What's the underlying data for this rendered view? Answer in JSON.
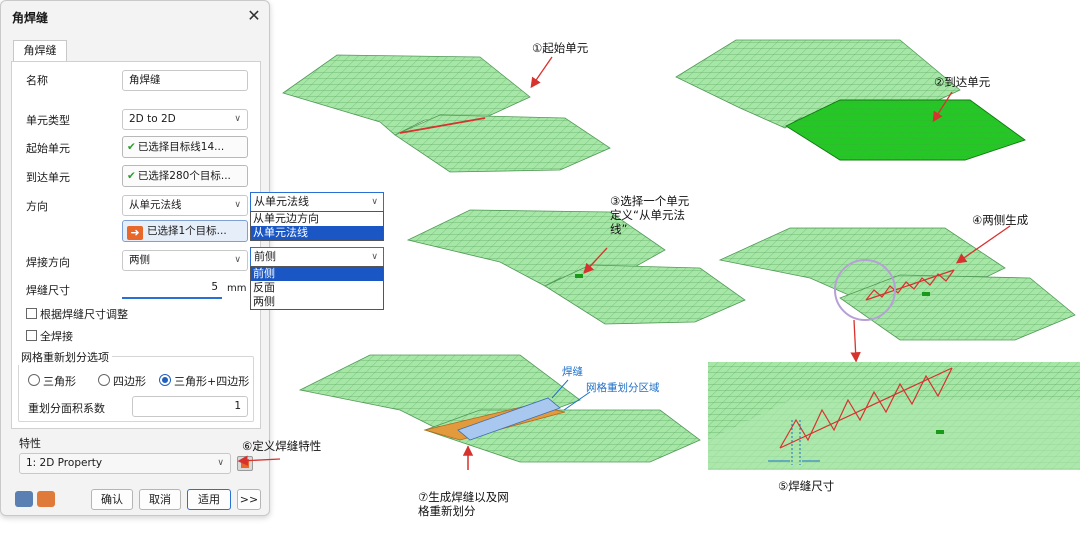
{
  "dialog": {
    "title": "角焊缝",
    "tab": "角焊缝",
    "name": {
      "label": "名称",
      "value": "角焊缝"
    },
    "element_type": {
      "label": "单元类型",
      "value": "2D to 2D"
    },
    "start_element": {
      "label": "起始单元",
      "value": "已选择目标线14..."
    },
    "end_element": {
      "label": "到达单元",
      "value": "已选择280个目标..."
    },
    "direction": {
      "label": "方向",
      "value": "从单元法线",
      "target_button": "已选择1个目标..."
    },
    "weld_direction": {
      "label": "焊接方向",
      "value": "两侧"
    },
    "weld_size": {
      "label": "焊缝尺寸",
      "value": "5",
      "unit": "mm"
    },
    "adjust_by_size": "根据焊缝尺寸调整",
    "full_weld": "全焊接",
    "mesh_group": {
      "title": "网格重新划分选项",
      "options": [
        "三角形",
        "四边形",
        "三角形+四边形"
      ],
      "selected_index": 2,
      "factor_label": "重划分面积系数",
      "factor_value": "1"
    },
    "property": {
      "label": "特性",
      "value": "1: 2D Property"
    },
    "buttons": {
      "ok": "确认",
      "cancel": "取消",
      "apply": "适用",
      "more": ">>"
    },
    "close_icon": "close-icon"
  },
  "popups": {
    "direction": {
      "selected": "从单元法线",
      "items": [
        "从单元边方向",
        "从单元法线"
      ],
      "highlight_index": 1
    },
    "weld_side": {
      "selected": "前侧",
      "items": [
        "前侧",
        "反面",
        "两侧"
      ],
      "highlight_index": 0
    }
  },
  "annotations": {
    "a1": "①起始单元",
    "a2": "②到达单元",
    "a3": "③选择一个单元定义“从单元法线”",
    "a4": "④两侧生成",
    "a5": "⑤焊缝尺寸",
    "a6": "⑥定义焊缝特性",
    "a7": "⑦生成焊缝以及网格重新划分",
    "weld": "焊缝",
    "remesh": "网格重划分区域"
  },
  "colors": {
    "mesh_fill": "#a6e6a6",
    "mesh_line": "#4f9a55",
    "target_fill": "#22c922",
    "weld_red": "#d8322e",
    "weld_blue": "#a9c8f0",
    "remesh_orange": "#e39a3c",
    "accent_blue": "#1a57c4",
    "circle": "#b6a0d6"
  }
}
